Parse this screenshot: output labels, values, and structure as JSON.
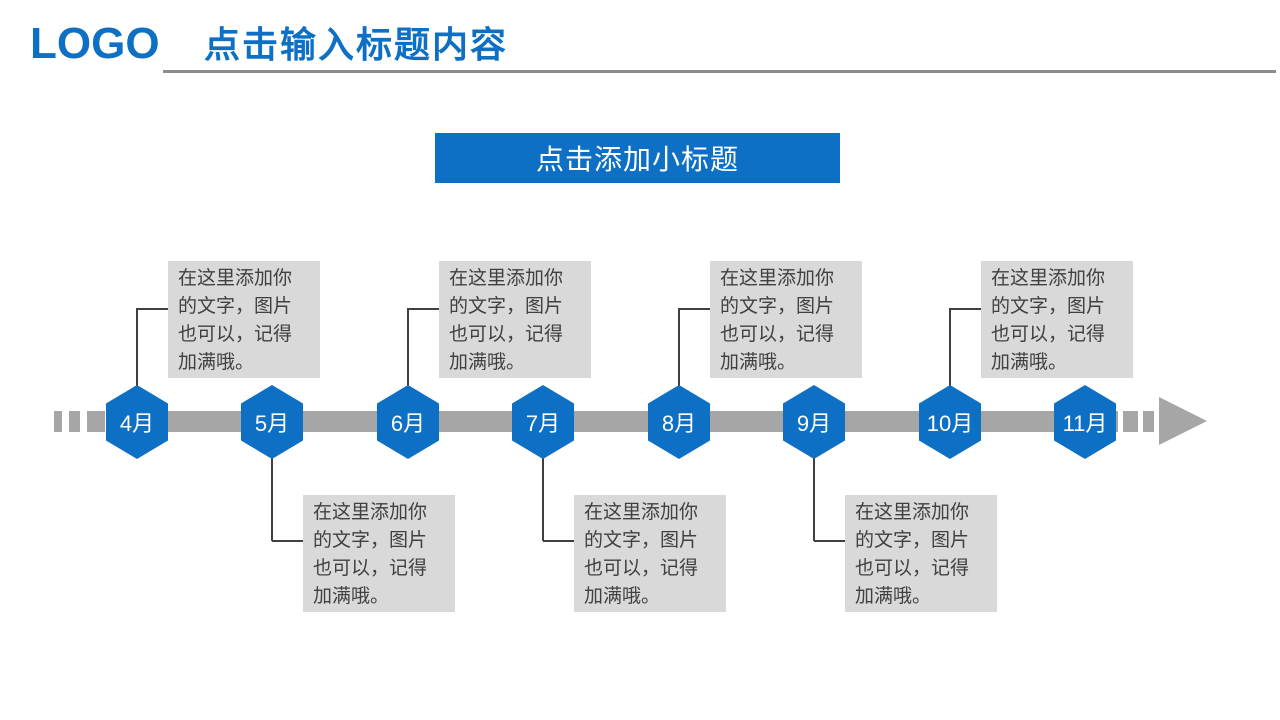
{
  "header": {
    "logo": "LOGO",
    "title": "点击输入标题内容"
  },
  "banner": {
    "label": "点击添加小标题"
  },
  "timeline": {
    "note_lines": [
      "在这里添加你",
      "的文字，图片",
      "也可以，记得",
      "加满哦。"
    ],
    "note_text": "在这里添加你的文字，图片也可以，记得加满哦。",
    "months": [
      {
        "label": "4月",
        "note_side": "above"
      },
      {
        "label": "5月",
        "note_side": "below"
      },
      {
        "label": "6月",
        "note_side": "above"
      },
      {
        "label": "7月",
        "note_side": "below"
      },
      {
        "label": "8月",
        "note_side": "above"
      },
      {
        "label": "9月",
        "note_side": "below"
      },
      {
        "label": "10月",
        "note_side": "above"
      },
      {
        "label": "11月",
        "note_side": "none"
      }
    ]
  },
  "colors": {
    "blue": "#0d70c4",
    "bar_gray": "#a6a6a6",
    "note_bg": "#d9d9d9",
    "note_text_color": "#404040",
    "header_underline": "#8c8c8c"
  }
}
